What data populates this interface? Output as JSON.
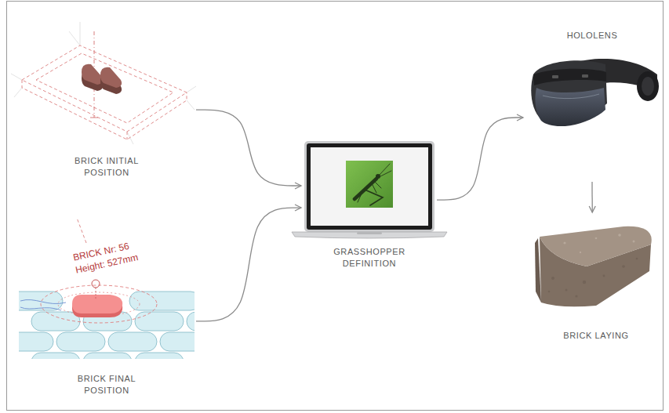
{
  "diagram": {
    "nodes": [
      {
        "text": [
          "BRICK INITIAL POSITION"
        ]
      },
      {
        "text": [
          "BRICK FINAL POSITION"
        ]
      },
      {
        "text": [
          "GRASSHOPPER DEFINITION"
        ]
      },
      {
        "text": [
          "HOLOLENS"
        ]
      },
      {
        "text": [
          "BRICK LAYING"
        ]
      }
    ],
    "edges": [
      {
        "from": 0,
        "to": 2,
        "arrow": "to"
      },
      {
        "from": 1,
        "to": 2,
        "arrow": "to"
      },
      {
        "from": 2,
        "to": 3,
        "arrow": "to"
      },
      {
        "from": 3,
        "to": 4,
        "arrow": "to"
      }
    ],
    "labels": [
      "BRICK Nr: 56",
      "Height: 527mm"
    ]
  }
}
